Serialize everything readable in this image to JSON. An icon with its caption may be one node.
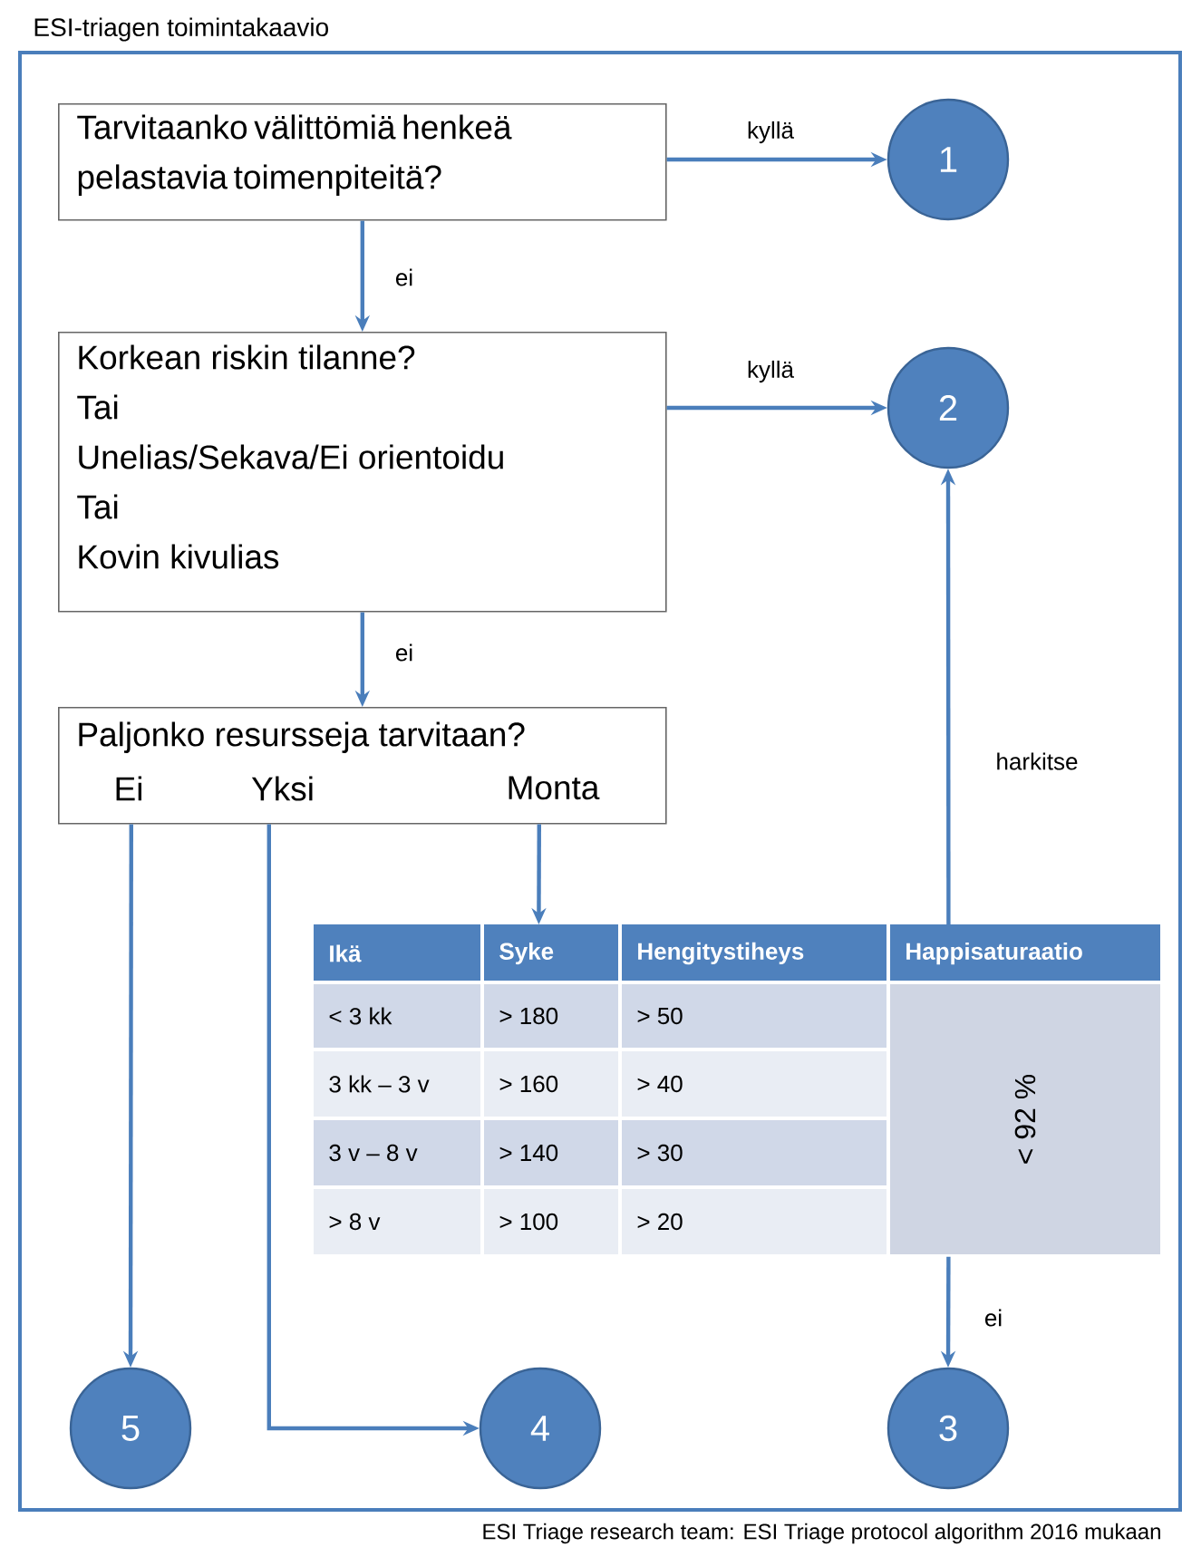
{
  "diagram": {
    "caption": "ESI Triage research team: ESI Triage protocol algorithm 2016 mukaan",
    "nodes": [
      {
        "text": [
          "ESI-triagen toimintakaavio"
        ]
      },
      {
        "text": [
          "Tarvitaanko välittömiä henkeä pelastavia toimenpiteitä?"
        ],
        "in": 0
      },
      {
        "text": [
          "1"
        ],
        "in": 0
      },
      {
        "text": [
          "Korkean riskin tilanne?",
          "Tai",
          "Unelias/Sekava/Ei orientoidu",
          "Tai",
          "Kovin kivulias"
        ],
        "in": 0
      },
      {
        "text": [
          "2"
        ],
        "in": 0
      },
      {
        "text": [
          "Paljonko resursseja tarvitaan?",
          "Ei",
          "Yksi",
          "Monta"
        ],
        "in": 0
      },
      {
        "text": [
          "Ikä",
          "Syke",
          "Hengitystiheys",
          "Happisaturaatio",
          "< 3 kk",
          "> 180",
          "> 50",
          "3 kk – 3 v",
          "> 160",
          "> 40",
          "3 v – 8 v",
          "> 140",
          "> 30",
          "> 8 v",
          "> 100",
          "> 20",
          "< 92 %"
        ],
        "in": 0
      },
      {
        "text": [
          "5"
        ],
        "in": 0
      },
      {
        "text": [
          "4"
        ],
        "in": 0
      },
      {
        "text": [
          "3"
        ],
        "in": 0
      }
    ],
    "edges": [
      {
        "from": 1,
        "to": 2,
        "arrow": "to",
        "label": "kyllä"
      },
      {
        "from": 1,
        "to": 3,
        "arrow": "to",
        "label": "ei"
      },
      {
        "from": 3,
        "to": 4,
        "arrow": "to",
        "label": "kyllä"
      },
      {
        "from": 3,
        "to": 5,
        "arrow": "to",
        "label": "ei"
      },
      {
        "from": 5,
        "to": 6,
        "arrow": "to"
      },
      {
        "from": 6,
        "to": 4,
        "arrow": "to",
        "label": "harkitse"
      },
      {
        "from": 6,
        "to": 9,
        "arrow": "to",
        "label": "ei"
      },
      {
        "from": 5,
        "to": 7,
        "arrow": "to"
      },
      {
        "from": 5,
        "to": 8,
        "arrow": "to"
      }
    ]
  }
}
